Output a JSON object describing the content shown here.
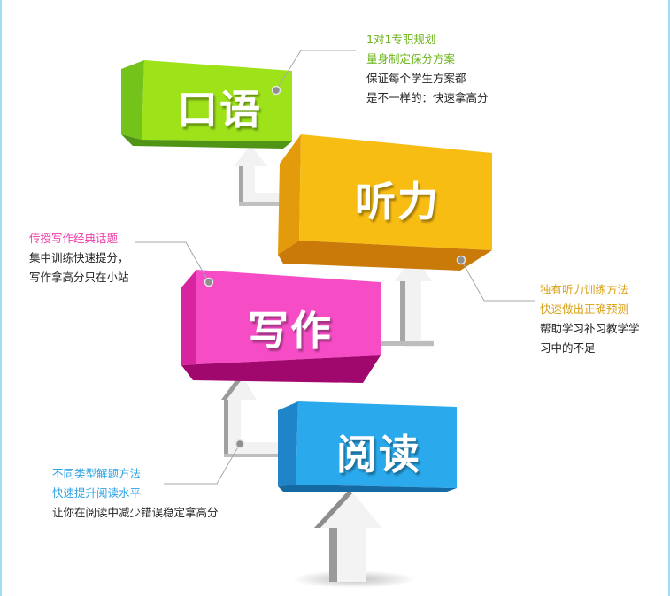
{
  "diagram": {
    "boxes": [
      {
        "id": "speaking",
        "label": "口语",
        "color": "#9ee21a"
      },
      {
        "id": "listening",
        "label": "听力",
        "color": "#f8bd12"
      },
      {
        "id": "writing",
        "label": "写作",
        "color": "#f64dc6"
      },
      {
        "id": "reading",
        "label": "阅读",
        "color": "#2aa9ec"
      }
    ],
    "notes": {
      "speaking": {
        "highlight_color": "#6cb51b",
        "highlights": [
          "1对1专职规划",
          "量身制定保分方案"
        ],
        "lines": [
          "保证每个学生方案都",
          "是不一样的：快速拿高分"
        ]
      },
      "listening": {
        "highlight_color": "#d9a114",
        "highlights": [
          "独有听力训练方法",
          "快速做出正确预测"
        ],
        "lines": [
          "帮助学习补习教学学",
          "习中的不足"
        ]
      },
      "writing": {
        "highlight_color": "#ee3fa9",
        "highlights": [
          "传授写作经典话题"
        ],
        "lines": [
          "集中训练快速提分，",
          "写作拿高分只在小站"
        ]
      },
      "reading": {
        "highlight_color": "#2ea3e6",
        "highlights": [
          "不同类型解题方法",
          "快速提升阅读水平"
        ],
        "lines": [
          "让你在阅读中减少错误稳定拿高分"
        ]
      }
    }
  }
}
